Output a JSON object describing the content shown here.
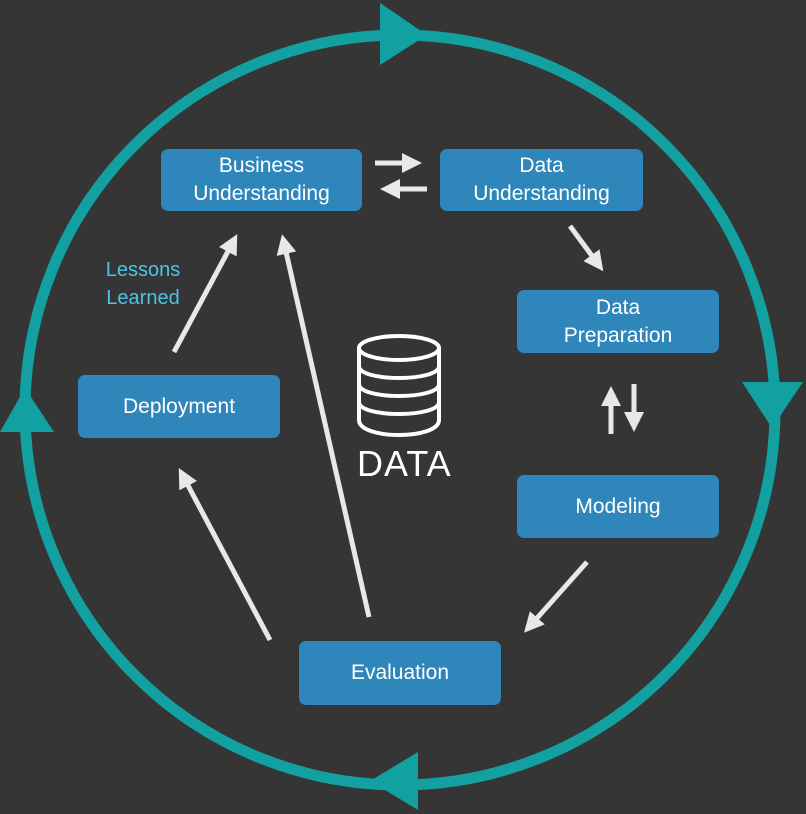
{
  "nodes": {
    "business_understanding": [
      "Business",
      "Understanding"
    ],
    "data_understanding": [
      "Data",
      "Understanding"
    ],
    "data_preparation": [
      "Data",
      "Preparation"
    ],
    "modeling": "Modeling",
    "evaluation": "Evaluation",
    "deployment": "Deployment"
  },
  "annotation": [
    "Lessons",
    "Learned"
  ],
  "center": {
    "label": "DATA",
    "icon": "database-icon"
  },
  "colors": {
    "background": "#353535",
    "cycle_ring": "#12a0a0",
    "node_fill": "#2e86ba",
    "arrow": "#e8e8e8",
    "annotation_text": "#4dc3e8"
  }
}
